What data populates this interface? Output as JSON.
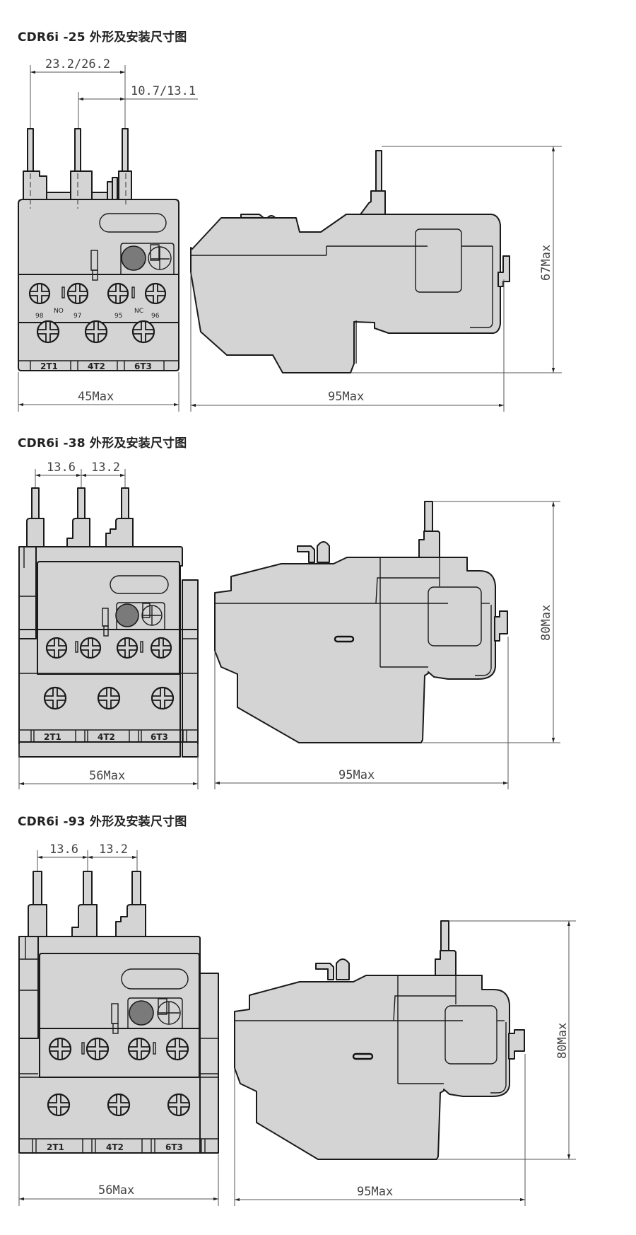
{
  "sections": [
    {
      "title": "CDR6i -25 外形及安装尺寸图",
      "dims": {
        "pitch_a": "23.2/26.2",
        "pitch_b": "10.7/13.1",
        "width": "45Max",
        "depth": "95Max",
        "height": "67Max"
      },
      "aux_terminals": [
        "98",
        "97",
        "95",
        "96"
      ],
      "aux_labels": [
        "NO",
        "NC"
      ],
      "main_labels": [
        "2T1",
        "4T2",
        "6T3"
      ]
    },
    {
      "title": "CDR6i -38 外形及安装尺寸图",
      "dims": {
        "pitch_a": "13.6",
        "pitch_b": "13.2",
        "width": "56Max",
        "depth": "95Max",
        "height": "80Max"
      },
      "main_labels": [
        "2T1",
        "4T2",
        "6T3"
      ]
    },
    {
      "title": "CDR6i -93 外形及安装尺寸图",
      "dims": {
        "pitch_a": "13.6",
        "pitch_b": "13.2",
        "width": "56Max",
        "depth": "95Max",
        "height": "80Max"
      },
      "main_labels": [
        "2T1",
        "4T2",
        "6T3"
      ]
    }
  ]
}
